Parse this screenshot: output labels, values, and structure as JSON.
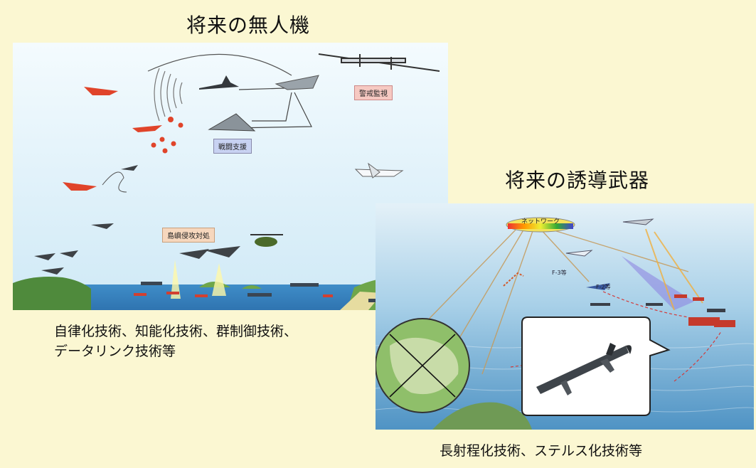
{
  "uav": {
    "title": "将来の無人機",
    "labels": {
      "surveillance": "警戒監視",
      "combat_support": "戦闘支援",
      "island_defense": "島嶼侵攻対処"
    },
    "caption_line1": "自律化技術、知能化技術、群制御技術、",
    "caption_line2": "データリンク技術等"
  },
  "missile": {
    "title": "将来の誘導武器",
    "network_label": "ネットワーク",
    "jet_labels": {
      "f3": "F-3等",
      "f2": "F-2等"
    },
    "caption": "長射程化技術、ステルス化技術等"
  },
  "colors": {
    "background": "#fbf7d2",
    "sky": "#dff1f9",
    "sea": "#5aa0d0",
    "enemy_aircraft": "#e0442a",
    "uav_grey": "#3e4246"
  }
}
